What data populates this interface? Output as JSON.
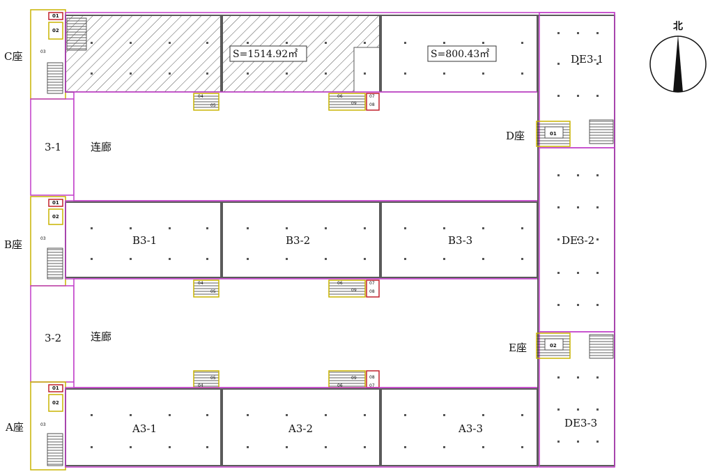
{
  "compass": {
    "label": "北"
  },
  "blocks": {
    "c": "C座",
    "b": "B座",
    "a": "A座",
    "d": "D座",
    "e": "E座"
  },
  "corridors": {
    "upper": "连廊",
    "lower": "连廊",
    "side_upper": "3-1",
    "side_lower": "3-2"
  },
  "units": {
    "b31": "B3-1",
    "b32": "B3-2",
    "b33": "B3-3",
    "a31": "A3-1",
    "a32": "A3-2",
    "a33": "A3-3",
    "de31": "DE3-1",
    "de32": "DE3-2",
    "de33": "DE3-3"
  },
  "areas": {
    "left": "S=1514.92㎡",
    "right": "S=800.43㎡"
  },
  "core_tags": {
    "t01": "01",
    "t02": "02",
    "t03": "03",
    "t04": "04",
    "t05": "05",
    "t06": "06",
    "t07": "07",
    "t08": "08",
    "t09": "09"
  },
  "colors": {
    "wall": "#5a5a5a",
    "boundary": "#c03cc8",
    "stair_outline": "#c8b400",
    "red_outline": "#c0202c",
    "hatch": "#555555"
  }
}
